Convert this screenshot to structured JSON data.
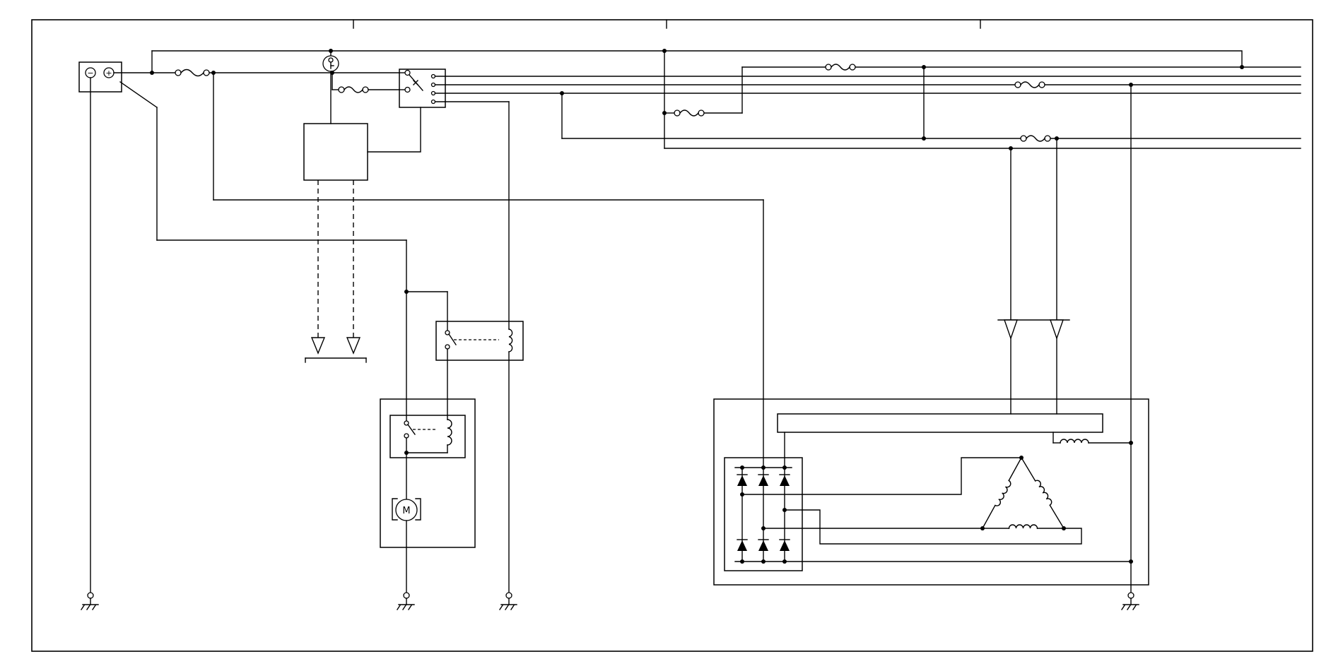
{
  "page": {
    "background": "#ffffff",
    "line_color": "#000000",
    "kind": "wiring-schematic"
  },
  "diagram": {
    "motor_label": "M",
    "battery": {
      "negative_terminal_label": "−",
      "positive_terminal_label": "+"
    },
    "symbols": [
      "battery-symbol",
      "main-fuse-symbol",
      "ignition-key-symbol",
      "ignition-switch-contact-box",
      "accessory-fuse-symbol",
      "control-unit-box",
      "page-connector-arrows",
      "harness-fuse-symbols",
      "starter-cut-relay",
      "starter-solenoid",
      "starter-motor",
      "alternator-box",
      "voltage-regulator-bar",
      "rectifier-diode-bridge",
      "stator-delta-winding",
      "field-coil",
      "alternator-connector-triangles",
      "ground-symbol-battery",
      "ground-symbol-starter",
      "ground-symbol-relay",
      "ground-symbol-alternator"
    ],
    "counts": {
      "fuses": 6,
      "grounds": 4,
      "rectifier_diodes": 6
    }
  }
}
